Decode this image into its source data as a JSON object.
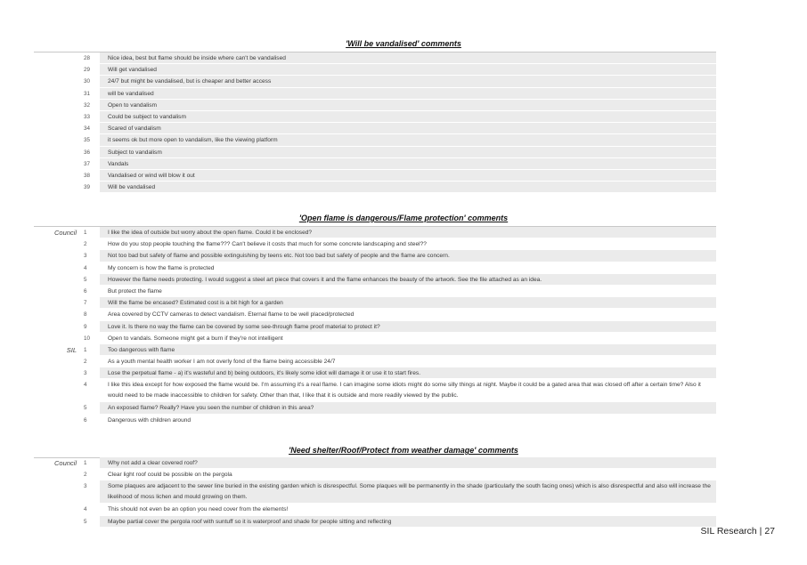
{
  "sections": [
    {
      "title": "'Will be vandalised' comments",
      "groups": [
        {
          "label": "",
          "rows": [
            {
              "n": "28",
              "t": "Nice idea, best but flame should be inside where can't be vandalised"
            },
            {
              "n": "29",
              "t": "Will get vandalised"
            },
            {
              "n": "30",
              "t": "24/7 but might be vandalised, but is cheaper and better access"
            },
            {
              "n": "31",
              "t": "will be vandalised"
            },
            {
              "n": "32",
              "t": "Open to vandalism"
            },
            {
              "n": "33",
              "t": "Could be subject to vandalism"
            },
            {
              "n": "34",
              "t": "Scared of vandalism"
            },
            {
              "n": "35",
              "t": "it seems ok but more open to vandalism, like the viewing platform"
            },
            {
              "n": "36",
              "t": "Subject to vandalism"
            },
            {
              "n": "37",
              "t": "Vandals"
            },
            {
              "n": "38",
              "t": "Vandalised or wind will blow it out"
            },
            {
              "n": "39",
              "t": "Will be vandalised"
            }
          ]
        }
      ]
    },
    {
      "title": "'Open flame is dangerous/Flame protection' comments",
      "groups": [
        {
          "label": "Council",
          "rows": [
            {
              "n": "1",
              "t": "I like the idea of outside but worry about the open flame. Could it be enclosed?"
            },
            {
              "n": "2",
              "t": "How do you stop people touching the flame??? Can't believe it costs that much for some concrete landscaping and steel??"
            },
            {
              "n": "3",
              "t": "Not too bad but safety of flame and possible extinguishing by teens etc. Not too bad but safety of people and the flame are concern."
            },
            {
              "n": "4",
              "t": "My concern is how the flame is protected"
            },
            {
              "n": "5",
              "t": "However the flame needs protecting. I would suggest a steel art piece that covers it and the flame enhances the beauty of the artwork. See the file attached as an idea."
            },
            {
              "n": "6",
              "t": "But protect the flame"
            },
            {
              "n": "7",
              "t": "Will the flame be encased? Estimated cost is a bit high for a garden"
            },
            {
              "n": "8",
              "t": "Area covered by CCTV cameras to detect vandalism. Eternal flame to be well placed/protected"
            },
            {
              "n": "9",
              "t": "Love it. Is there no way the flame can be covered by some see-through flame proof material to protect it?"
            },
            {
              "n": "10",
              "t": "Open to vandals. Someone might get a burn if they're not intelligent"
            }
          ]
        },
        {
          "label": "SIL",
          "rows": [
            {
              "n": "1",
              "t": "Too dangerous with flame"
            },
            {
              "n": "2",
              "t": "As a youth mental health worker I am not overly fond of the flame being accessible 24/7"
            },
            {
              "n": "3",
              "t": "Lose the perpetual flame - a) it's wasteful and b) being outdoors, it's likely some idiot will damage it or use it to start fires."
            },
            {
              "n": "4",
              "t": "I like this idea except for how exposed the flame would be. I'm assuming it's a real flame. I can imagine some idiots might do some silly things at night. Maybe it could be a gated area that was closed off after a certain time? Also it would need to be made inaccessible to children for safety. Other than that, I like that it is outside and more readily viewed by the public.",
              "tall": true
            },
            {
              "n": "5",
              "t": "An exposed flame? Really? Have you seen the number of children in this area?"
            },
            {
              "n": "6",
              "t": "Dangerous with children around"
            }
          ]
        }
      ]
    },
    {
      "title": "'Need shelter/Roof/Protect from weather damage' comments",
      "groups": [
        {
          "label": "Council",
          "rows": [
            {
              "n": "1",
              "t": "Why not add a clear covered roof?"
            },
            {
              "n": "2",
              "t": "Clear light roof could be possible on the pergola"
            },
            {
              "n": "3",
              "t": "Some plaques are adjacent to the sewer line buried in the existing garden which is disrespectful. Some plaques will be permanently in the shade (particularly the south facing ones) which is also disrespectful and also will increase the likelihood of moss lichen and mould growing on them.",
              "tall": true
            },
            {
              "n": "4",
              "t": "This should not even be an option you need cover from the elements!"
            },
            {
              "n": "5",
              "t": "Maybe partial cover the pergola roof with suntuff so it is waterproof and shade for people sitting and reflecting"
            }
          ]
        }
      ]
    }
  ],
  "footer": "SIL Research | 27"
}
